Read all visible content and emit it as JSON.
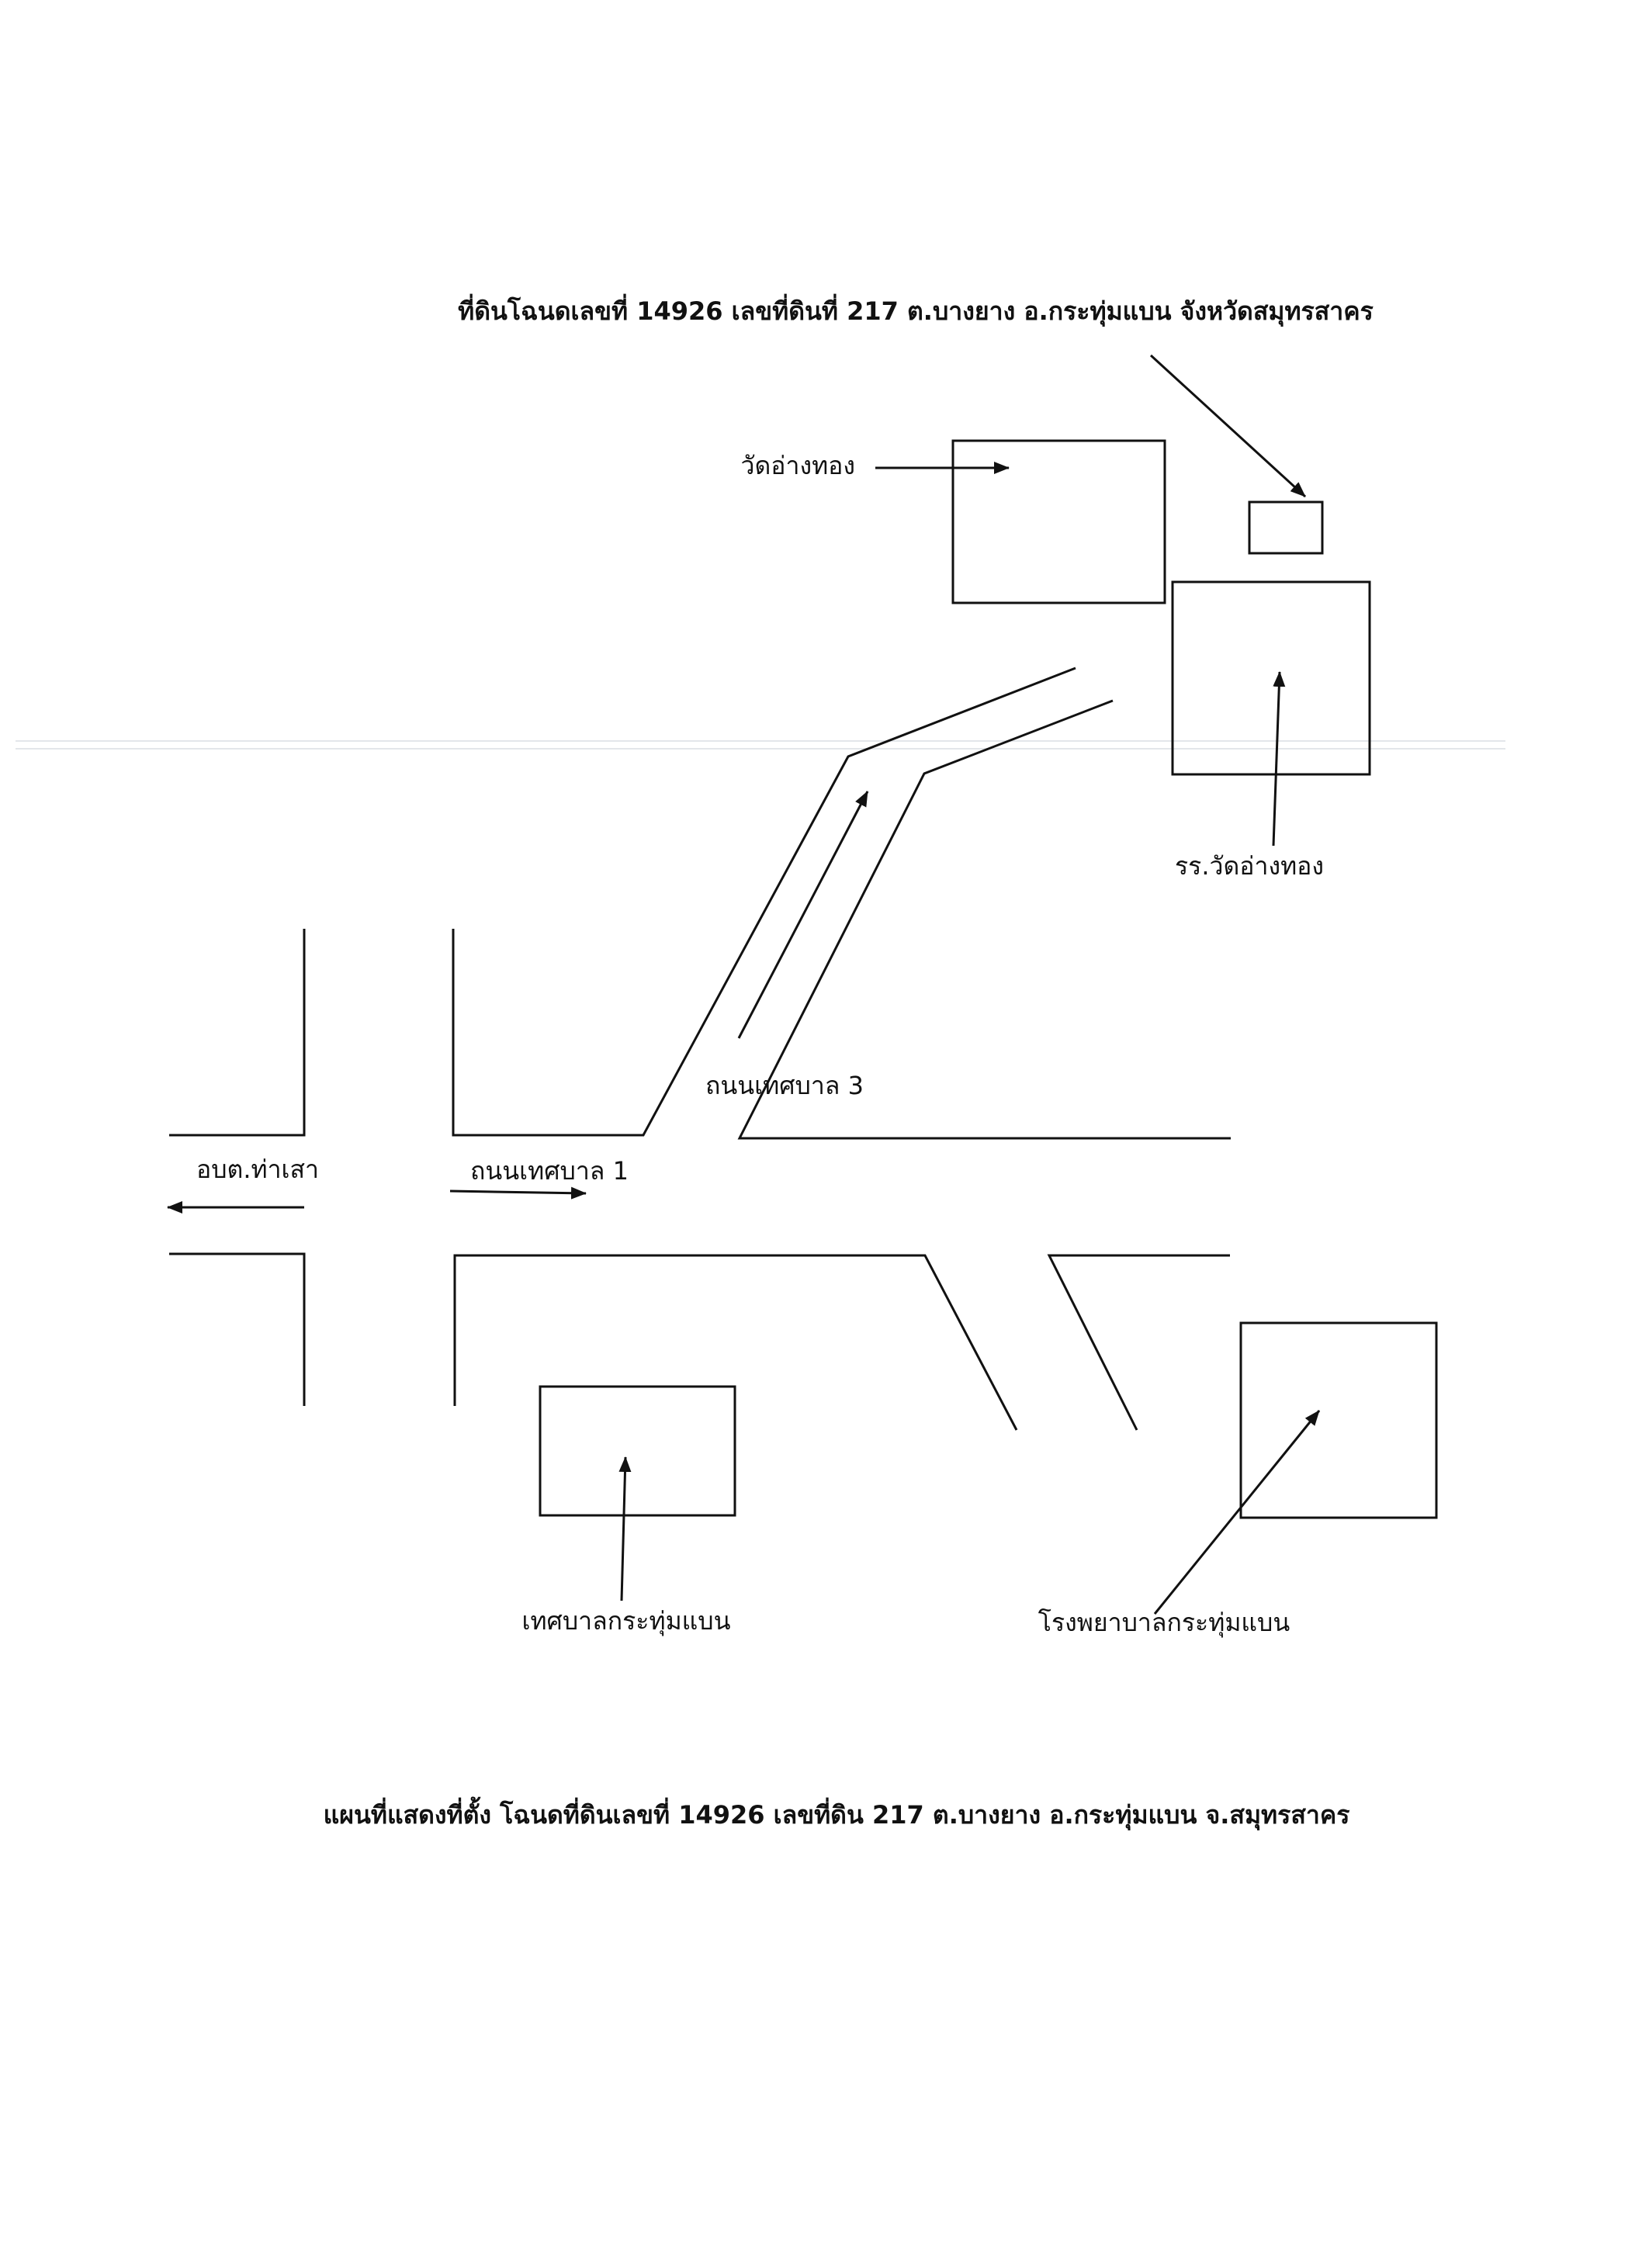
{
  "labels": {
    "parcel_title": "ที่ดินโฉนดเลขที่ 14926 เลขที่ดินที่ 217 ต.บางยาง อ.กระทุ่มแบน จังหวัดสมุทรสาคร",
    "wat_ang_thong": "วัดอ่างทอง",
    "school": "รร.วัดอ่างทอง",
    "road_3": "ถนนเทศบาล 3",
    "road_1": "ถนนเทศบาล 1",
    "sao_office": "อบต.ท่าเสา",
    "municipality": "เทศบาลกระทุ่มแบน",
    "hospital": "โรงพยาบาลกระทุ่มแบน",
    "caption": "แผนที่แสดงที่ตั้ง โฉนดที่ดินเลขที่ 14926 เลขที่ดิน 217 ต.บางยาง อ.กระทุ่มแบน  จ.สมุทรสาคร"
  },
  "colors": {
    "ink": "#111111",
    "paper": "#ffffff",
    "scan_artifact": "#e3e6ea"
  }
}
